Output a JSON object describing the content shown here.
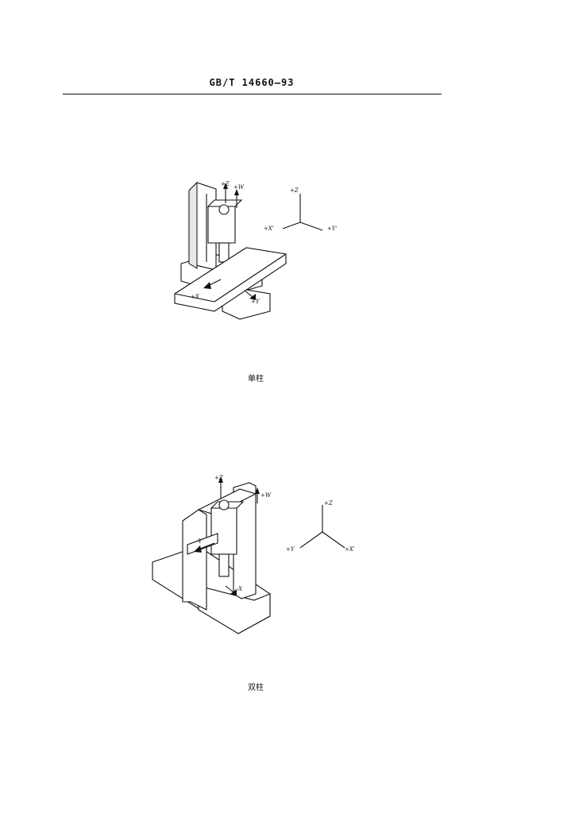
{
  "header": {
    "standard_code": "GB/T 14660—93"
  },
  "figures": [
    {
      "caption": "单柱",
      "machine_labels": {
        "z": "+Z",
        "w": "+W",
        "x": "+X",
        "y": "+Y"
      },
      "axis_labels": {
        "z": "+Z",
        "x": "+X'",
        "y": "+Y'"
      }
    },
    {
      "caption": "双柱",
      "machine_labels": {
        "z": "+Z",
        "w": "+W",
        "y": "-Y",
        "x": "-X"
      },
      "axis_labels": {
        "z": "+Z",
        "y": "+Y",
        "x": "+X'"
      }
    }
  ]
}
